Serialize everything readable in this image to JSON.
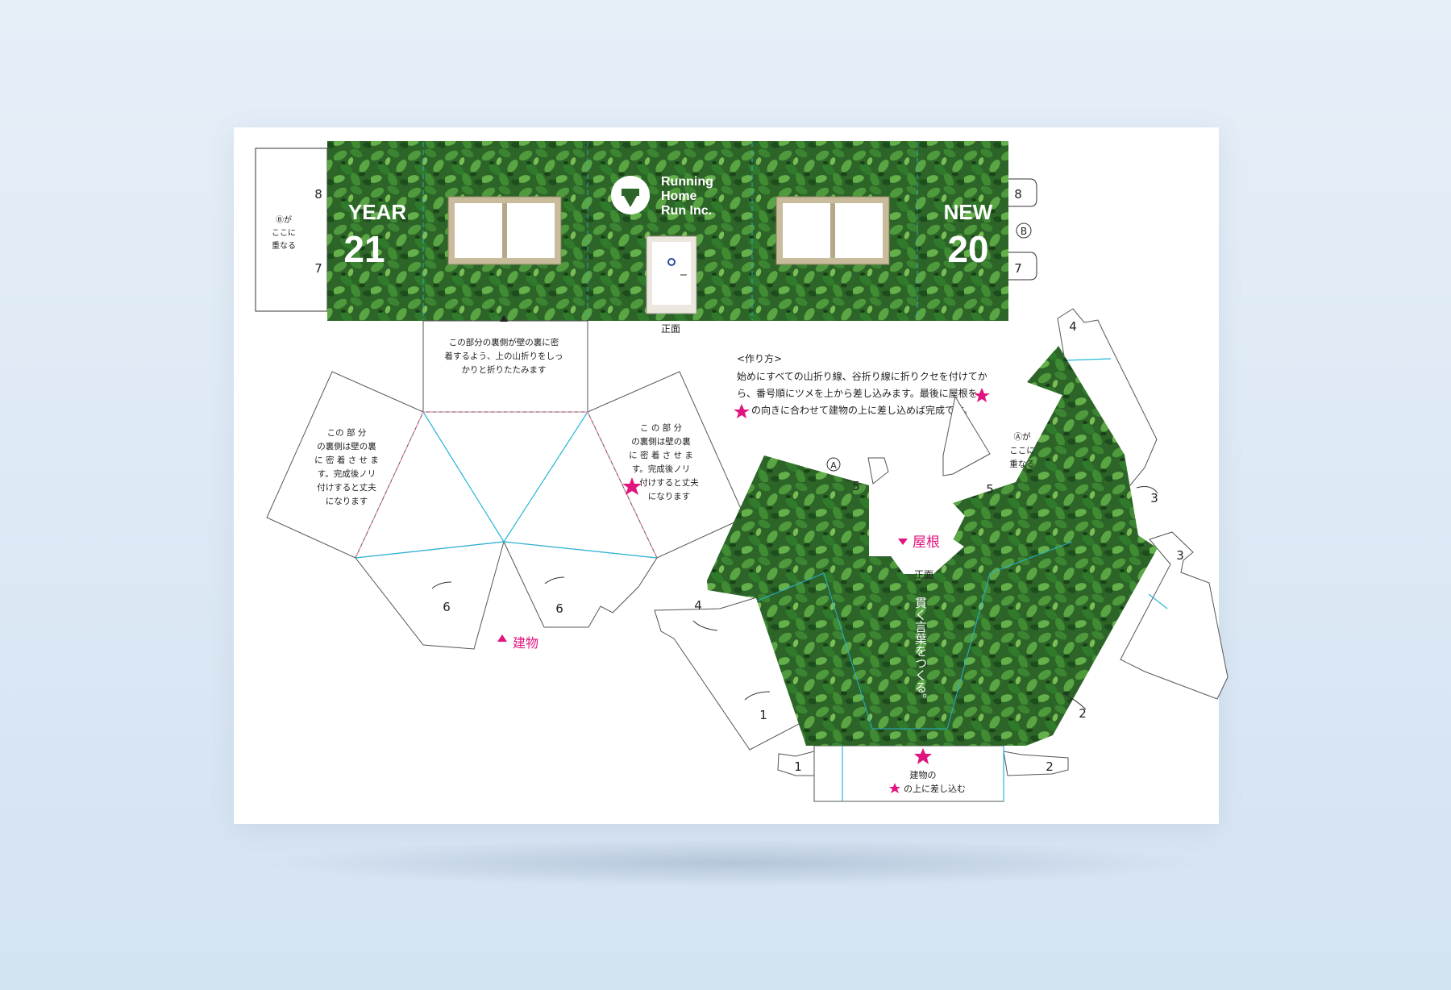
{
  "colors": {
    "accent": "#e0147e",
    "fold_valley": "#29b6d8",
    "fold_mountain": "#f08aa6",
    "ivy": "#2e6b2a"
  },
  "icons": [
    "arrow-up-icon",
    "arrow-down-icon",
    "star-icon",
    "logo-icon"
  ],
  "wall": {
    "left_tab": {
      "num_top": "8",
      "num_bottom": "7",
      "note": [
        "Ⓑが",
        "ここに",
        "重なる"
      ]
    },
    "left_panel": {
      "line1": "YEAR",
      "line2": "21"
    },
    "logo": {
      "line1": "Running",
      "line2": "Home",
      "line3": "Run Inc."
    },
    "right_panel": {
      "line1": "NEW",
      "line2": "20"
    },
    "right_tabs": {
      "top": "8",
      "mark": "B",
      "bottom": "7"
    },
    "front_label": "正面",
    "fold_note": [
      "この部分の裏側が壁の裏に密",
      "着するよう、上の山折りをしっ",
      "かりと折りたたみます"
    ]
  },
  "building": {
    "left_note": [
      "この 部 分",
      "の裏側は壁の裏",
      "に 密 着 さ せ ま",
      "す。完成後ノリ",
      "付けすると丈夫",
      "になります"
    ],
    "right_note": [
      "こ の 部 分",
      "の裏側は壁の裏",
      "に 密 着 さ せ ま",
      "す。完成後ノリ",
      "付けすると丈夫",
      "になります"
    ],
    "tab_num_left": "6",
    "tab_num_right": "6",
    "label": "建物"
  },
  "instructions": {
    "heading": "<作り方>",
    "line1": "始めにすべての山折り線、谷折り線に折りクセを付けてか",
    "line2": "ら、番号順にツメを上から差し込みます。最後に屋根を",
    "line3": "の向きに合わせて建物の上に差し込めば完成です。"
  },
  "roof": {
    "label": "屋根",
    "front_label": "正面",
    "vertical_text": "貫く言葉をつくる。",
    "mark_a_left": "A",
    "tab5_left": "5",
    "tab5_right": "5",
    "a_note": [
      "Ⓐが",
      "ここに",
      "重なる"
    ],
    "tab4_top": "4",
    "tab3_top": "3",
    "tab3_right": "3",
    "tab4_left": "4",
    "tab1_left": "1",
    "tab2_right": "2",
    "bottom_tab_left": "1",
    "bottom_tab_right": "2",
    "bottom_note_line1": "建物の",
    "bottom_note_line2": "の上に差し込む"
  }
}
